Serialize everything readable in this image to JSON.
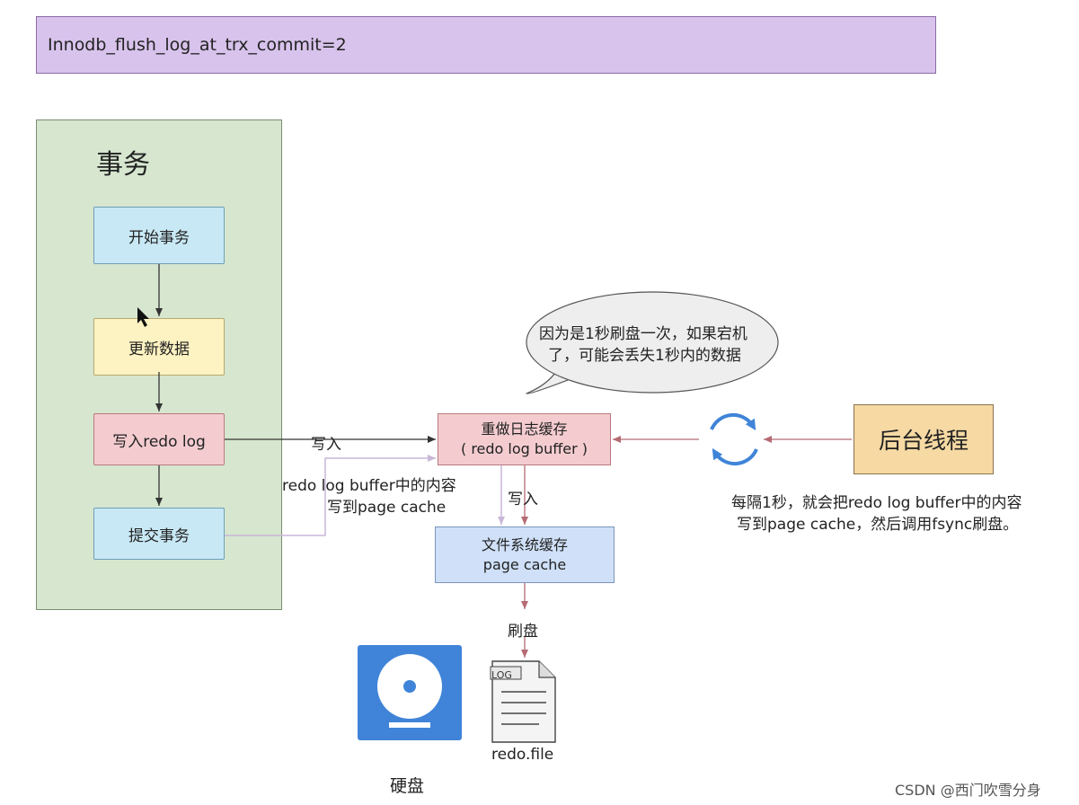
{
  "header": {
    "text": "Innodb_flush_log_at_trx_commit=2"
  },
  "transaction": {
    "title": "事务",
    "steps": [
      "开始事务",
      "更新数据",
      "写入redo log",
      "提交事务"
    ]
  },
  "buffer": {
    "line1": "重做日志缓存",
    "line2": "( redo log buffer )"
  },
  "cache": {
    "line1": "文件系统缓存",
    "line2": "page cache"
  },
  "thread": {
    "label": "后台线程"
  },
  "labels": {
    "write_in": "写入",
    "write_in2": "写入",
    "redo_to_cache_1": "redo log buffer中的内容",
    "redo_to_cache_2": "写到page cache",
    "flush": "刷盘",
    "thread_note_1": "每隔1秒，就会把redo log buffer中的内容",
    "thread_note_2": "写到page cache，然后调用fsync刷盘。",
    "disk": "硬盘",
    "redo_file": "redo.file",
    "log_tag": "LOG"
  },
  "bubble": {
    "line1": "因为是1秒刷盘一次，如果宕机",
    "line2": "了，可能会丢失1秒内的数据"
  },
  "watermark": "CSDN @西门吹雪分身",
  "colors": {
    "disk_blue": "#3f84d8",
    "arrow_pink": "#b56a73",
    "arrow_lilac": "#c9b6d8"
  }
}
